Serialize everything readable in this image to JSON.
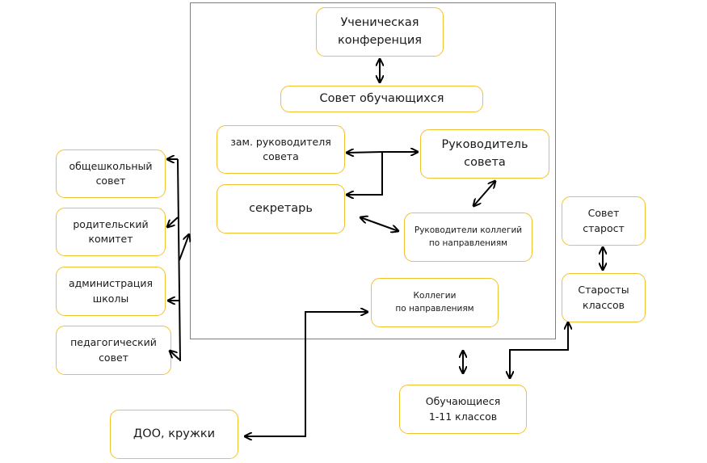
{
  "diagram": {
    "nodes": {
      "conference": {
        "lines": [
          "Ученическая",
          "конференция"
        ]
      },
      "council": {
        "lines": [
          "Совет обучающихся"
        ]
      },
      "deputy": {
        "lines": [
          "зам. руководителя",
          "совета"
        ]
      },
      "head": {
        "lines": [
          "Руководитель",
          "совета"
        ]
      },
      "secretary": {
        "lines": [
          "секретарь"
        ]
      },
      "college_heads": {
        "lines": [
          "Руководители коллегий",
          "по направлениям"
        ]
      },
      "colleges": {
        "lines": [
          "Коллегии",
          "по направлениям"
        ]
      },
      "school_council": {
        "lines": [
          "общешкольный",
          "совет"
        ]
      },
      "parents": {
        "lines": [
          "родительский",
          "комитет"
        ]
      },
      "administration": {
        "lines": [
          "администрация",
          "школы"
        ]
      },
      "teachers": {
        "lines": [
          "педагогический",
          "совет"
        ]
      },
      "headmen_council": {
        "lines": [
          "Совет",
          "старост"
        ]
      },
      "headmen": {
        "lines": [
          "Старосты",
          "классов"
        ]
      },
      "students": {
        "lines": [
          "Обучающиеся",
          "1-11 классов"
        ]
      },
      "clubs": {
        "lines": [
          "ДОО, кружки"
        ]
      }
    },
    "colors": {
      "node_border": "#f3c12f",
      "frame_border": "#7f7f7f",
      "arrow": "#000000"
    }
  }
}
